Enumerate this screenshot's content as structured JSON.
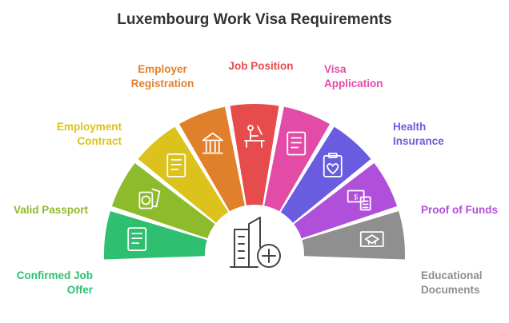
{
  "title": "Luxembourg Work Visa Requirements",
  "segments": [
    {
      "label_lines": [
        "Confirmed Job",
        "Offer"
      ],
      "color": "#2fbf71",
      "icon": "document-scroll-icon"
    },
    {
      "label_lines": [
        "Valid Passport"
      ],
      "color": "#8dbb2b",
      "icon": "passport-ticket-icon"
    },
    {
      "label_lines": [
        "Employment",
        "Contract"
      ],
      "color": "#dcc21c",
      "icon": "contract-document-icon"
    },
    {
      "label_lines": [
        "Employer",
        "Registration"
      ],
      "color": "#e1802b",
      "icon": "government-building-icon"
    },
    {
      "label_lines": [
        "Job Position"
      ],
      "color": "#e74c4c",
      "icon": "desk-worker-icon"
    },
    {
      "label_lines": [
        "Visa",
        "Application"
      ],
      "color": "#e24ba6",
      "icon": "application-form-icon"
    },
    {
      "label_lines": [
        "Health",
        "Insurance"
      ],
      "color": "#6a5ce0",
      "icon": "health-clipboard-icon"
    },
    {
      "label_lines": [
        "Proof of Funds"
      ],
      "color": "#b04fd9",
      "icon": "money-calculator-icon"
    },
    {
      "label_lines": [
        "Educational",
        "Documents"
      ],
      "color": "#8f8f8f",
      "icon": "diploma-icon"
    }
  ],
  "center_icon": "building-plus-icon"
}
